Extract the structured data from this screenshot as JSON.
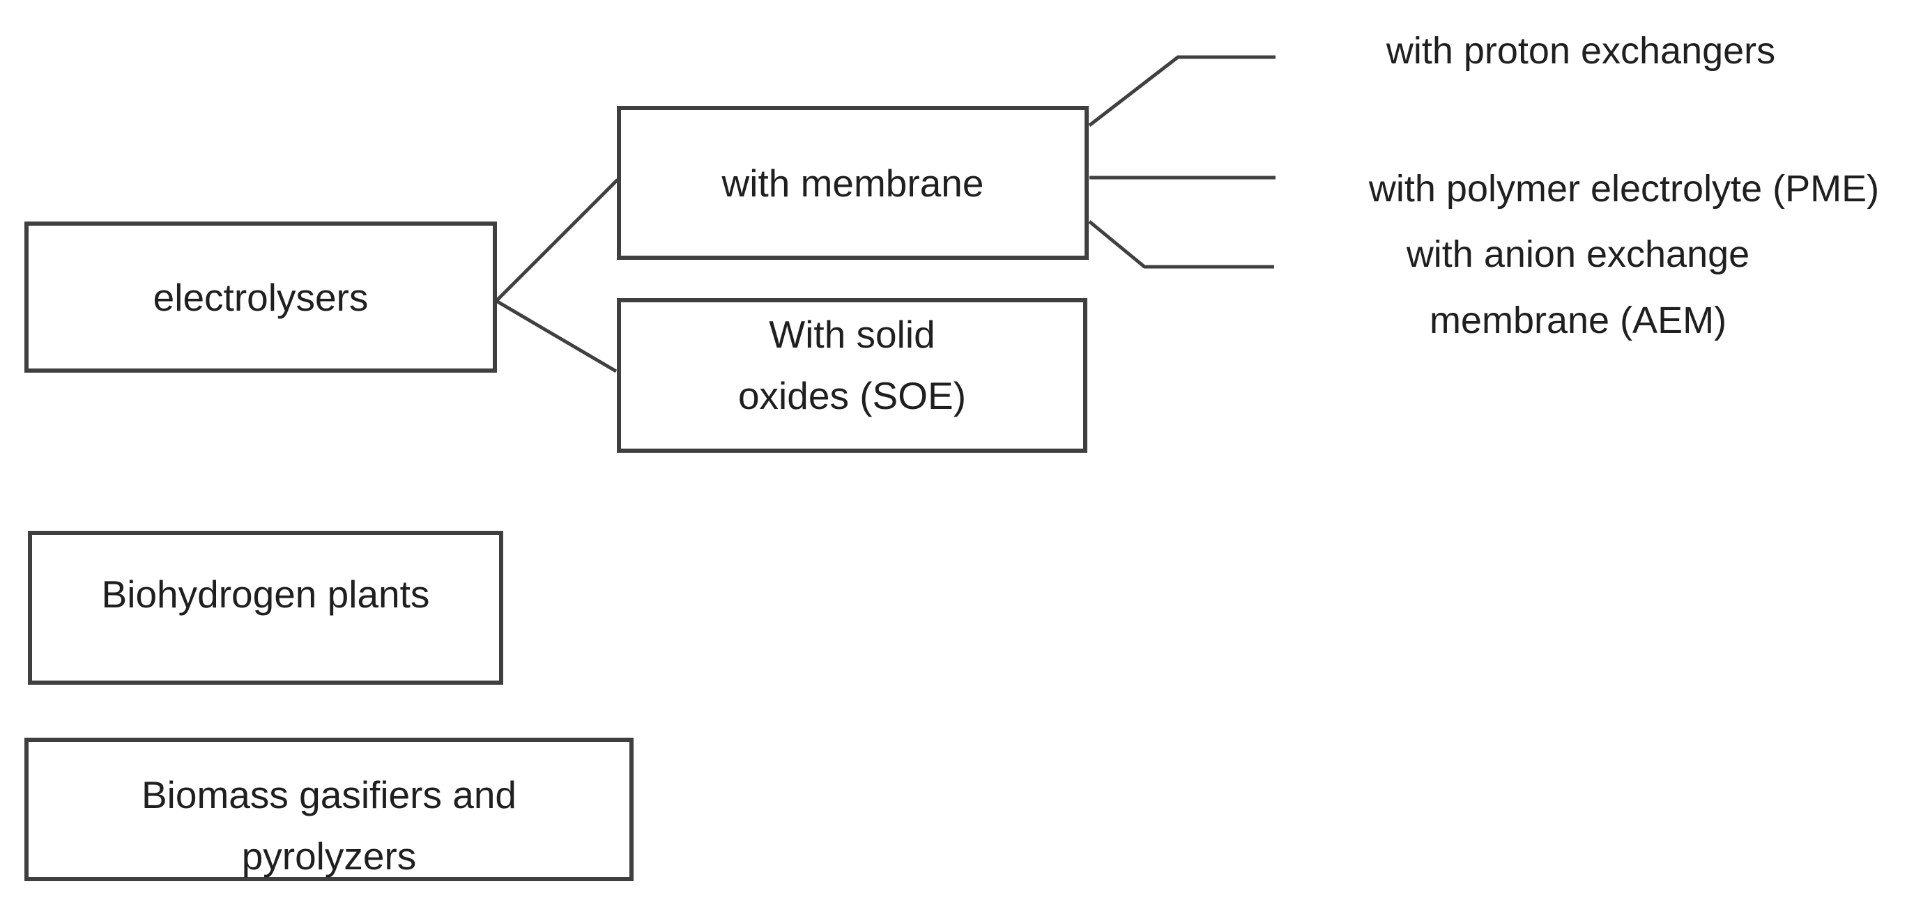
{
  "diagram": {
    "description": "Hierarchy diagram of hydrogen production equipment types",
    "colors": {
      "background": "#ffffff",
      "box_border": "#3f3f3f",
      "connector_line": "#404040",
      "text": "#1f1f1f"
    },
    "nodes": {
      "electrolysers": {
        "label": "electrolysers"
      },
      "with_membrane": {
        "label": "with membrane"
      },
      "solid_oxides": {
        "label": "With solid\noxides (SOE)"
      },
      "biohydrogen": {
        "label": "Biohydrogen plants"
      },
      "biomass": {
        "label": "Biomass gasifiers and\npyrolyzers"
      },
      "proton_exchangers": {
        "label": "with proton exchangers"
      },
      "polymer_electrolyte": {
        "label": "with polymer electrolyte (PME)"
      },
      "anion_exchange": {
        "label": "with anion exchange\nmembrane (AEM)"
      }
    },
    "edges": [
      {
        "from": "electrolysers",
        "to": "with_membrane"
      },
      {
        "from": "electrolysers",
        "to": "solid_oxides"
      },
      {
        "from": "with_membrane",
        "to": "proton_exchangers"
      },
      {
        "from": "with_membrane",
        "to": "polymer_electrolyte"
      },
      {
        "from": "with_membrane",
        "to": "anion_exchange"
      }
    ]
  }
}
